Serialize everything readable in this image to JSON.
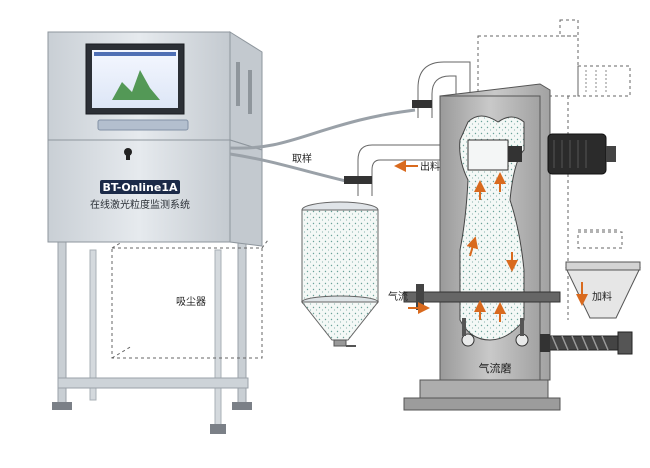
{
  "analyzer": {
    "model": "BT-Online1A",
    "name": "在线激光粒度监测系统",
    "screen_color": "#3a8a3a"
  },
  "labels": {
    "sampling": "取样",
    "discharge": "出料",
    "dust_collector": "吸尘器",
    "air_inlet": "气流",
    "feeding": "加料",
    "jet_mill": "气流磨"
  },
  "colors": {
    "arrow": "#d96a1e",
    "cabinet": "#d8dde2",
    "frame": "#cfd5da",
    "mill_body": "#b4b4b4"
  }
}
